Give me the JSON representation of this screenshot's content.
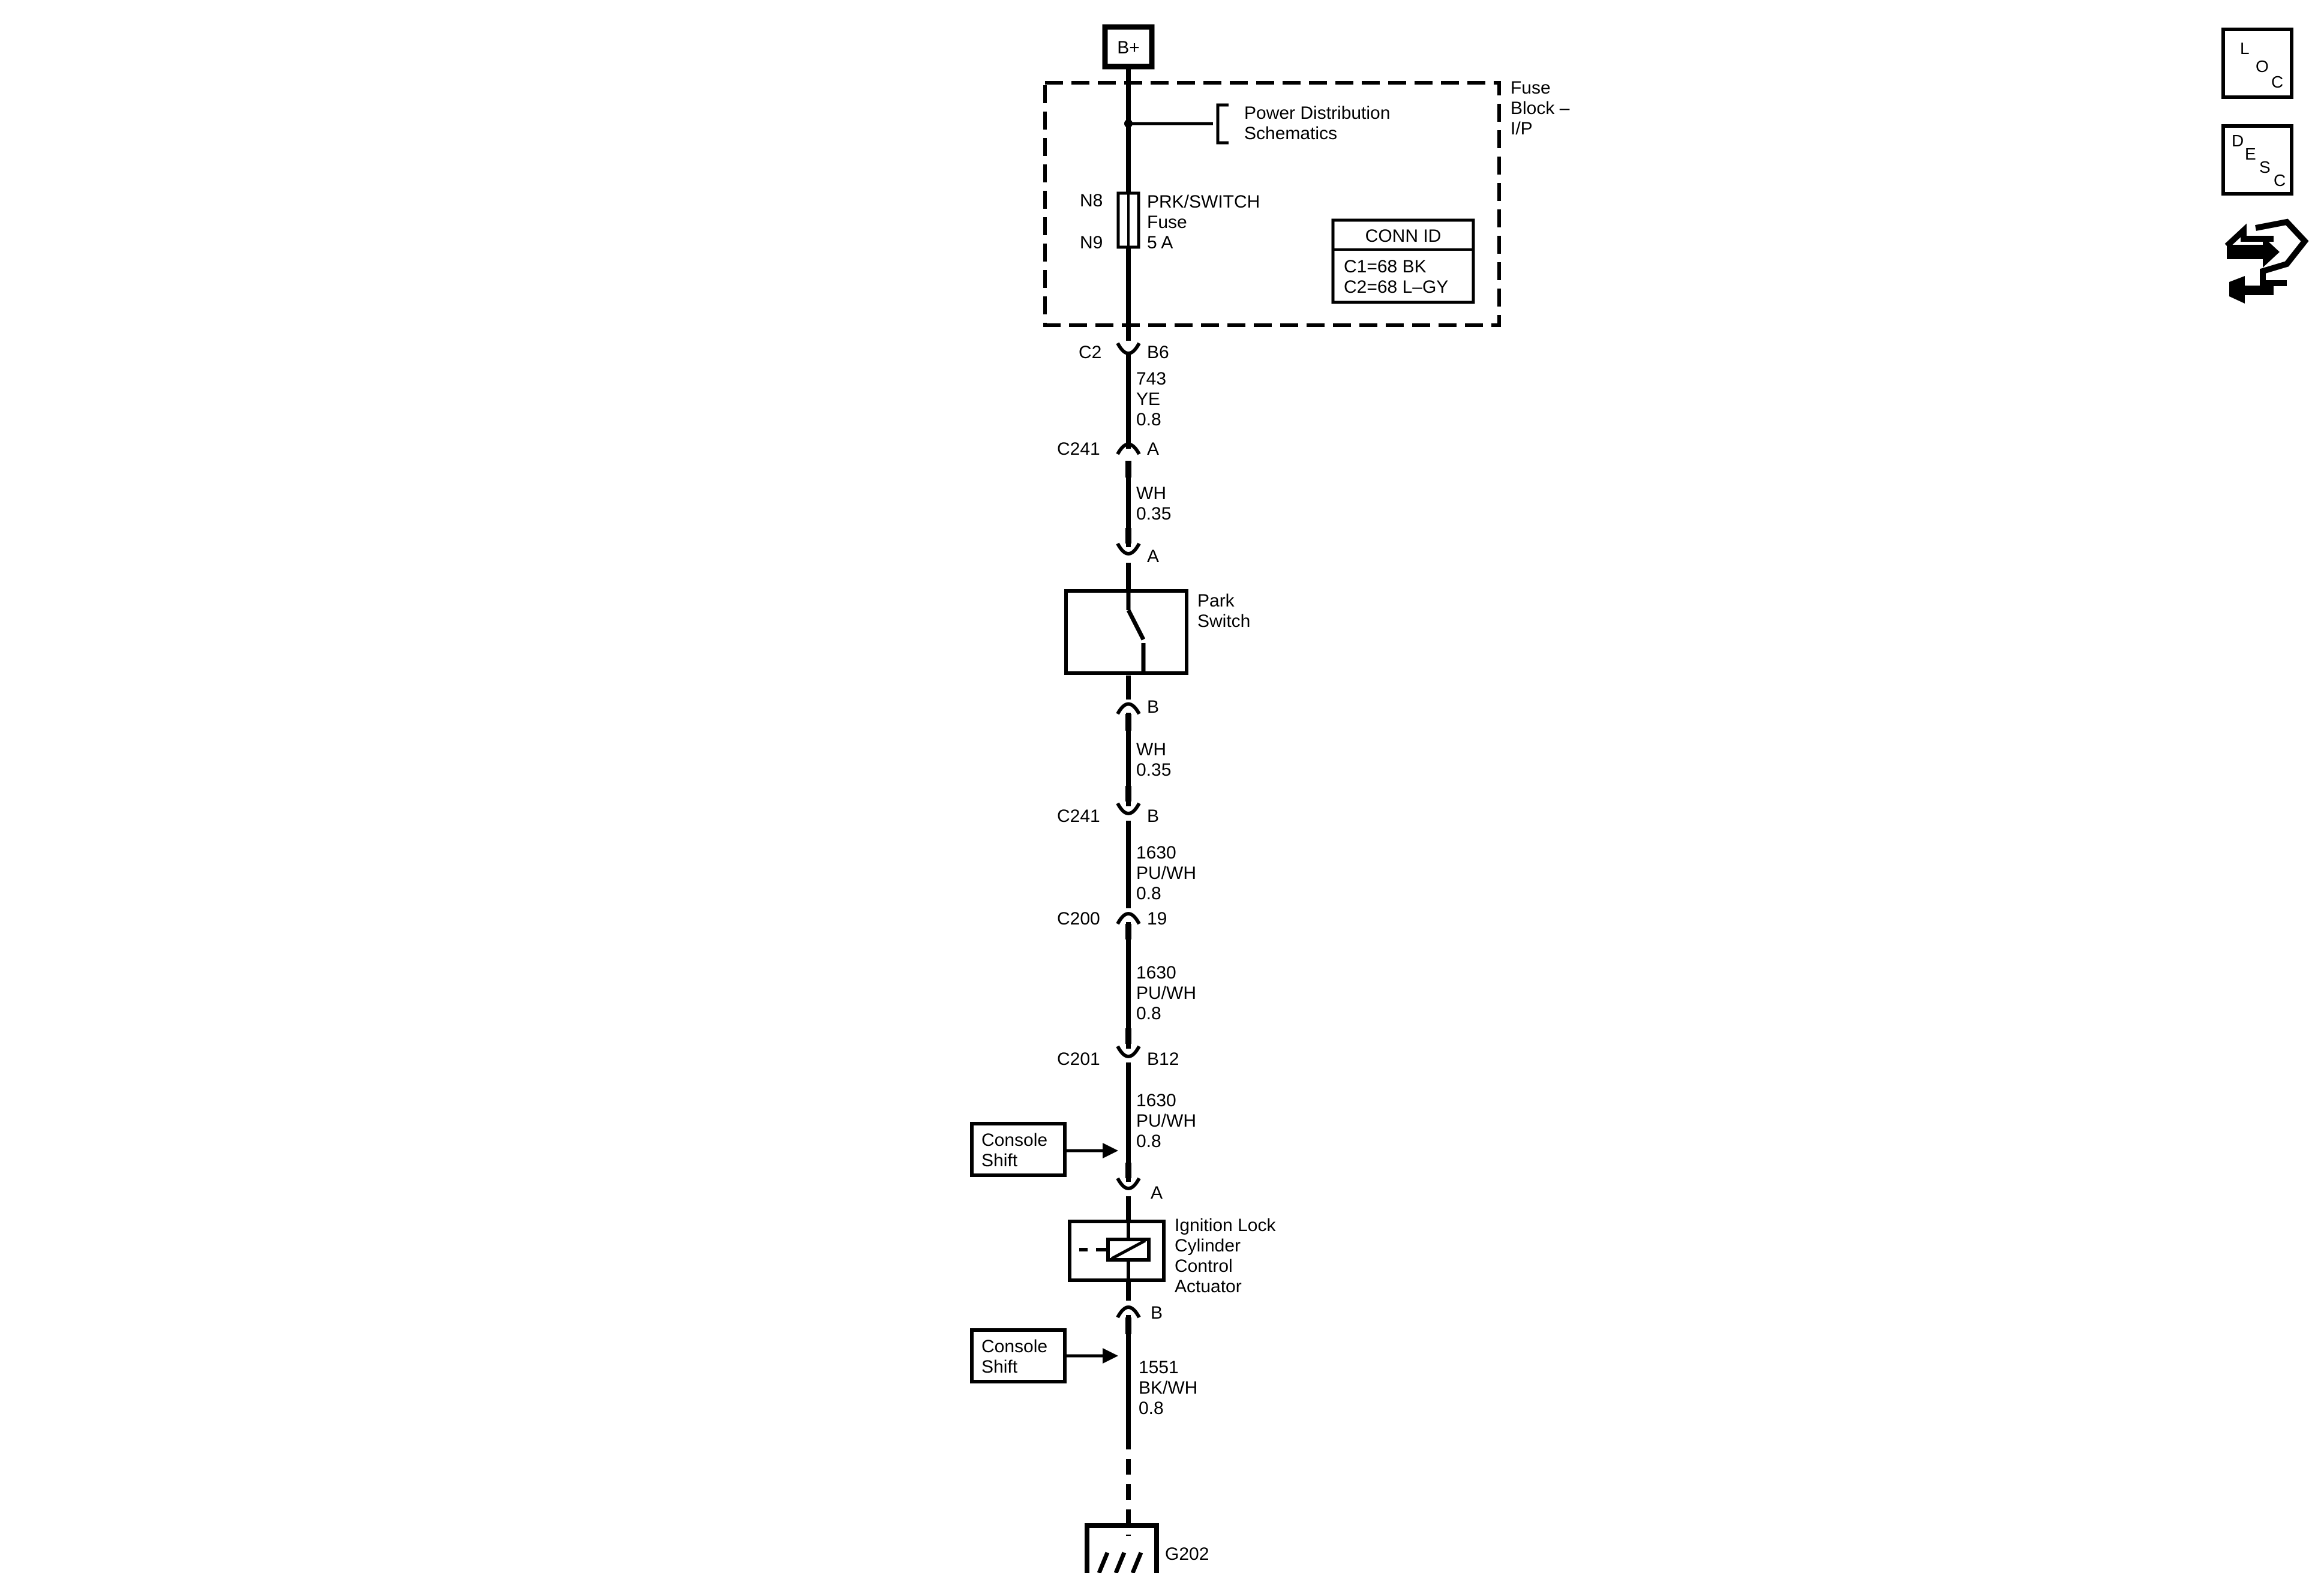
{
  "supply": {
    "label": "B+"
  },
  "fuse_block": {
    "name_line1": "Fuse",
    "name_line2": "Block –",
    "name_line3": "I/P",
    "ref_line1": "Power Distribution",
    "ref_line2": "Schematics",
    "fuse_pin_top": "N8",
    "fuse_pin_bottom": "N9",
    "fuse_name": "PRK/SWITCH",
    "fuse_word": "Fuse",
    "fuse_rating": "5 A",
    "conn_id_title": "CONN ID",
    "conn_id_line1": "C1=68 BK",
    "conn_id_line2": "C2=68 L–GY"
  },
  "connectors": {
    "c2": {
      "id": "C2",
      "pin": "B6"
    },
    "c241a": {
      "id": "C241",
      "pin": "A"
    },
    "switch_a": {
      "pin": "A"
    },
    "switch_b": {
      "pin": "B"
    },
    "c241b": {
      "id": "C241",
      "pin": "B"
    },
    "c200": {
      "id": "C200",
      "pin": "19"
    },
    "c201": {
      "id": "C201",
      "pin": "B12"
    },
    "actuator_a": {
      "pin": "A"
    },
    "actuator_b": {
      "pin": "B"
    }
  },
  "wires": {
    "w1": {
      "circuit": "743",
      "color": "YE",
      "gauge": "0.8"
    },
    "w2": {
      "color": "WH",
      "gauge": "0.35"
    },
    "w3": {
      "color": "WH",
      "gauge": "0.35"
    },
    "w4": {
      "circuit": "1630",
      "color": "PU/WH",
      "gauge": "0.8"
    },
    "w5": {
      "circuit": "1630",
      "color": "PU/WH",
      "gauge": "0.8"
    },
    "w6": {
      "circuit": "1630",
      "color": "PU/WH",
      "gauge": "0.8"
    },
    "w7": {
      "circuit": "1551",
      "color": "BK/WH",
      "gauge": "0.8"
    }
  },
  "components": {
    "park_switch_line1": "Park",
    "park_switch_line2": "Switch",
    "actuator_line1": "Ignition Lock",
    "actuator_line2": "Cylinder",
    "actuator_line3": "Control",
    "actuator_line4": "Actuator",
    "ground": "G202"
  },
  "refs": {
    "console_shift_1_line1": "Console",
    "console_shift_1_line2": "Shift",
    "console_shift_2_line1": "Console",
    "console_shift_2_line2": "Shift"
  },
  "nav_buttons": {
    "loc": [
      "L",
      "O",
      "C"
    ],
    "desc": [
      "D",
      "E",
      "S",
      "C"
    ],
    "icon": "connector-navigation-icon"
  }
}
